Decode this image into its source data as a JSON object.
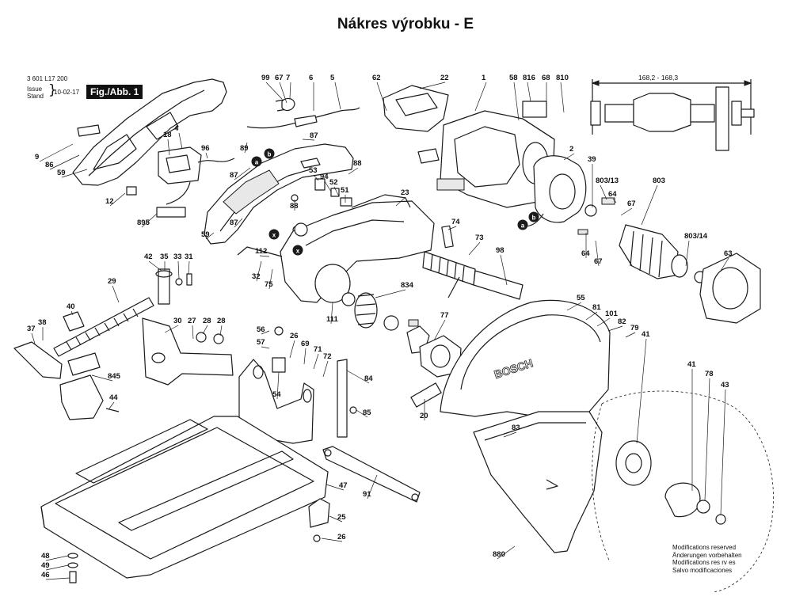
{
  "title": "Nákres výrobku - E",
  "header": {
    "drawing_code": "3 601 L17 200",
    "issue_line1": "Issue",
    "issue_line2": "Stand",
    "issue_date": "10-02-17",
    "figure_label": "Fig./Abb. 1"
  },
  "dimension_label": "168,2 - 168,3",
  "brand_mark": "BOSCH",
  "markers": {
    "a": "a",
    "b": "b",
    "x": "x"
  },
  "modifications_note": [
    "Modifications reserved",
    "Änderungen vorbehalten",
    "Modifications res rv es",
    "Salvo modificaciones"
  ],
  "part_numbers": [
    "99",
    "67",
    "7",
    "6",
    "5",
    "62",
    "22",
    "1",
    "58",
    "816",
    "68",
    "810",
    "4",
    "18",
    "96",
    "89",
    "87",
    "9",
    "86",
    "59",
    "12",
    "895",
    "87",
    "53",
    "94",
    "52",
    "88",
    "51",
    "87",
    "59",
    "88",
    "2",
    "39",
    "803/13",
    "803",
    "64",
    "67",
    "64",
    "67",
    "803/14",
    "63",
    "23",
    "74",
    "73",
    "98",
    "112",
    "32",
    "75",
    "111",
    "834",
    "42",
    "35",
    "33",
    "31",
    "29",
    "40",
    "37",
    "38",
    "30",
    "27",
    "28",
    "28",
    "56",
    "57",
    "26",
    "69",
    "71",
    "72",
    "54",
    "84",
    "85",
    "845",
    "44",
    "77",
    "55",
    "81",
    "101",
    "82",
    "79",
    "41",
    "20",
    "83",
    "41",
    "78",
    "43",
    "47",
    "91",
    "25",
    "26",
    "48",
    "49",
    "46",
    "880"
  ]
}
